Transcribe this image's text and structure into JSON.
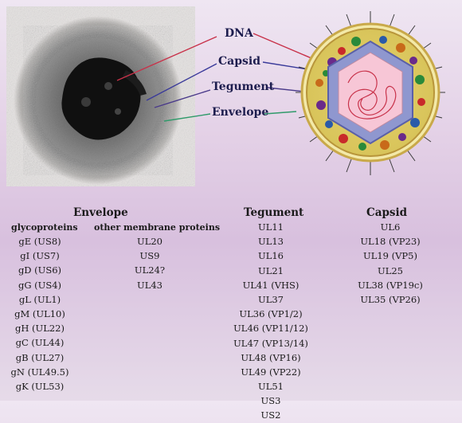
{
  "labels": {
    "dna": "DNA",
    "capsid": "Capsid",
    "tegument": "Tegument",
    "envelope": "Envelope"
  },
  "envelope": {
    "title": "Envelope",
    "glycoproteins_header": "glycoproteins",
    "membrane_header": "other membrane proteins",
    "glycoproteins": [
      "gE (US8)",
      "gI (US7)",
      "gD (US6)",
      "gG (US4)",
      "gL (UL1)",
      "gM (UL10)",
      "gH (UL22)",
      "gC (UL44)",
      "gB (UL27)",
      "gN (UL49.5)",
      "gK (UL53)"
    ],
    "membrane_proteins": [
      "UL20",
      "US9",
      "UL24?",
      "UL43"
    ]
  },
  "tegument": {
    "title": "Tegument",
    "items": [
      "UL11",
      "UL13",
      "UL16",
      "UL21",
      "UL41 (VHS)",
      "UL37",
      "UL36 (VP1/2)",
      "UL46 (VP11/12)",
      "UL47 (VP13/14)",
      "UL48 (VP16)",
      "UL49 (VP22)",
      "UL51",
      "US3",
      "US2"
    ]
  },
  "capsid": {
    "title": "Capsid",
    "items": [
      "UL6",
      "UL18 (VP23)",
      "UL19 (VP5)",
      "UL25",
      "UL38 (VP19c)",
      "UL35 (VP26)"
    ]
  },
  "colors": {
    "dna_line": "#c8324a",
    "capsid_line": "#3a3a9a",
    "tegument_line": "#4a3a8a",
    "envelope_line": "#2f9a6a",
    "capsid_fill": "#8f97cf",
    "core_fill": "#f7c6d6"
  }
}
